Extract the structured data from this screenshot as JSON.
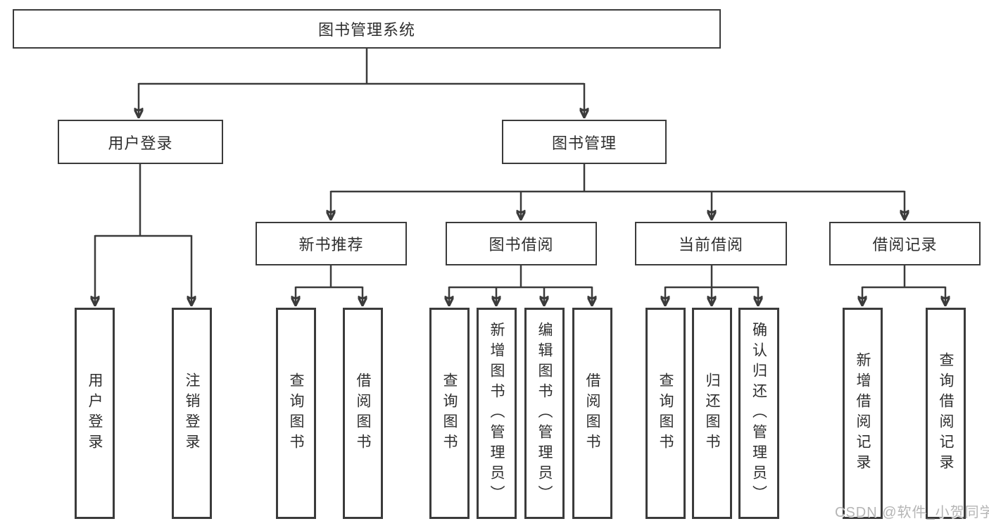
{
  "colors": {
    "line": "#3b3b3b",
    "text": "#2f2f2f",
    "watermark": "#b5b5b5",
    "bg": "#ffffff"
  },
  "watermark": {
    "text": "CSDN @软件_小贺同学"
  },
  "tree": {
    "label": "图书管理系统",
    "children": [
      {
        "label": "用户登录",
        "children": [
          {
            "label": "用户登录"
          },
          {
            "label": "注销登录"
          }
        ]
      },
      {
        "label": "图书管理",
        "children": [
          {
            "label": "新书推荐",
            "children": [
              {
                "label": "查询图书"
              },
              {
                "label": "借阅图书"
              }
            ]
          },
          {
            "label": "图书借阅",
            "children": [
              {
                "label": "查询图书"
              },
              {
                "label": "新增图书（管理员）"
              },
              {
                "label": "编辑图书（管理员）"
              },
              {
                "label": "借阅图书"
              }
            ]
          },
          {
            "label": "当前借阅",
            "children": [
              {
                "label": "查询图书"
              },
              {
                "label": "归还图书"
              },
              {
                "label": "确认归还（管理员）"
              }
            ]
          },
          {
            "label": "借阅记录",
            "children": [
              {
                "label": "新增借阅记录"
              },
              {
                "label": "查询借阅记录"
              }
            ]
          }
        ]
      }
    ]
  }
}
